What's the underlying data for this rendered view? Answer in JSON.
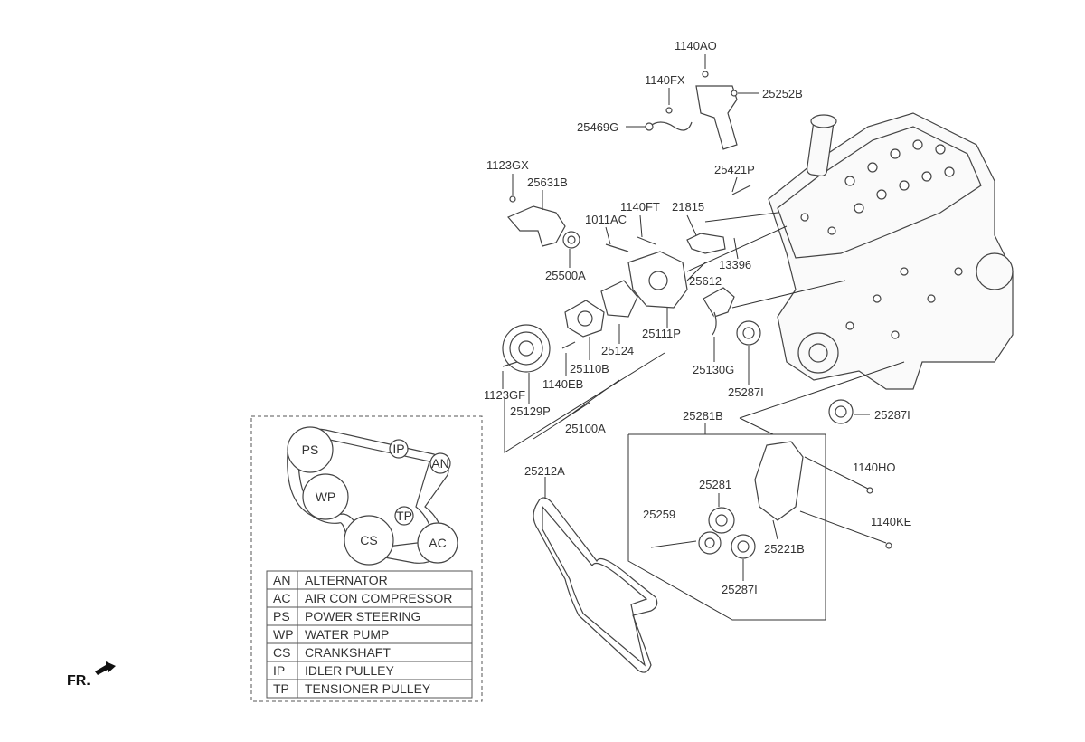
{
  "part_labels": {
    "p_1140AO": "1140AO",
    "p_1140FX": "1140FX",
    "p_25252B": "25252B",
    "p_25469G": "25469G",
    "p_1123GX": "1123GX",
    "p_25631B": "25631B",
    "p_25421P": "25421P",
    "p_1140FT": "1140FT",
    "p_21815": "21815",
    "p_1011AC": "1011AC",
    "p_13396": "13396",
    "p_25500A": "25500A",
    "p_25612": "25612",
    "p_25111P": "25111P",
    "p_25124": "25124",
    "p_25130G": "25130G",
    "p_25110B": "25110B",
    "p_1140EB": "1140EB",
    "p_1123GF": "1123GF",
    "p_25129P": "25129P",
    "p_25100A": "25100A",
    "p_25287I_a": "25287I",
    "p_25287I_b": "25287I",
    "p_25281B": "25281B",
    "p_1140HO": "1140HO",
    "p_25281": "25281",
    "p_25259": "25259",
    "p_1140KE": "1140KE",
    "p_25221B": "25221B",
    "p_25287I_c": "25287I",
    "p_25212A": "25212A"
  },
  "belt_legend": {
    "pulleys": {
      "PS": "PS",
      "IP": "IP",
      "AN": "AN",
      "WP": "WP",
      "TP": "TP",
      "CS": "CS",
      "AC": "AC"
    },
    "rows": [
      {
        "code": "AN",
        "name": "ALTERNATOR"
      },
      {
        "code": "AC",
        "name": "AIR CON COMPRESSOR"
      },
      {
        "code": "PS",
        "name": "POWER STEERING"
      },
      {
        "code": "WP",
        "name": "WATER PUMP"
      },
      {
        "code": "CS",
        "name": "CRANKSHAFT"
      },
      {
        "code": "IP",
        "name": "IDLER PULLEY"
      },
      {
        "code": "TP",
        "name": "TENSIONER PULLEY"
      }
    ]
  },
  "direction_label": "FR."
}
